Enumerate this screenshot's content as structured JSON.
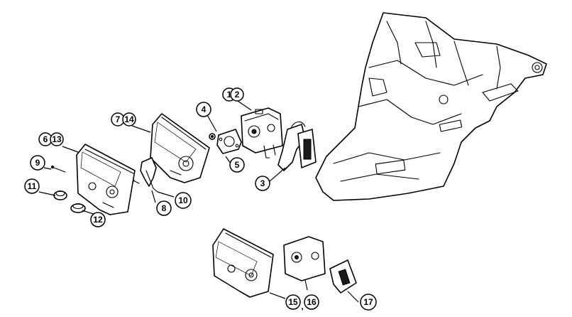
{
  "callouts": {
    "c1": "1",
    "c2": "2",
    "c3": "3",
    "c4": "4",
    "c5": "5",
    "c6": "6",
    "c7": "7",
    "c8": "8",
    "c9": "9",
    "c10": "10",
    "c11": "11",
    "c12": "12",
    "c13": "13",
    "c14": "14",
    "c15": "15",
    "c16": "16",
    "c17": "17"
  },
  "separators": {
    "s_15_16": ","
  }
}
